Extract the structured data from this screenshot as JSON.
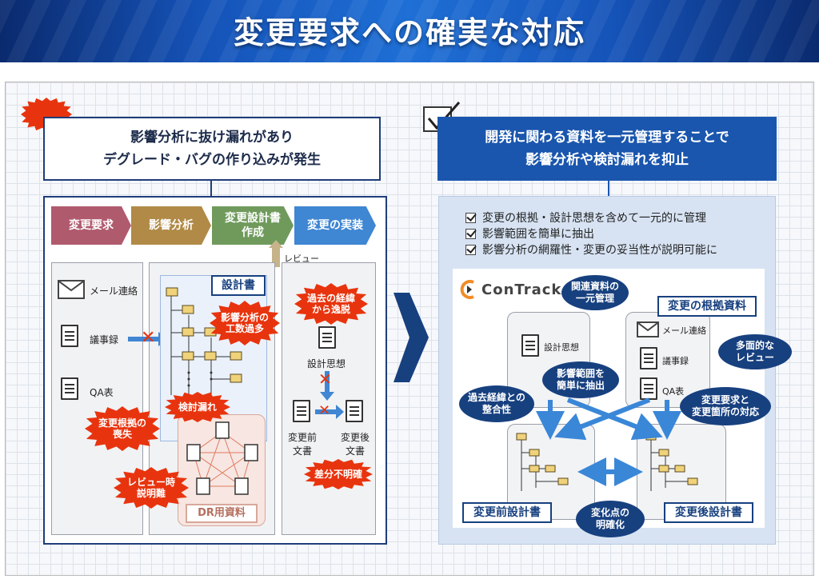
{
  "banner": {
    "title": "変更要求への確実な対応"
  },
  "left": {
    "problem_title": [
      "影響分析に抜け漏れがあり",
      "デグレード・バグの作り込みが発生"
    ],
    "phases": [
      {
        "label": "変更要求",
        "color": "#b05a6e"
      },
      {
        "label": "影響分析",
        "color": "#b08a46"
      },
      {
        "label": "変更設計書\n作成",
        "color": "#6f9a5c"
      },
      {
        "label": "変更の実装",
        "color": "#3f86d3"
      }
    ],
    "review_label": "レビュー",
    "sources": [
      "メール連絡",
      "議事録",
      "QA表"
    ],
    "design_doc_label": "設計書",
    "dr_label": "DR用資料",
    "design_thought": "設計思想",
    "before_doc": "変更前\n文書",
    "after_doc": "変更後\n文書",
    "bursts": [
      "影響分析の\n工数過多",
      "検討漏れ",
      "変更根拠の\n喪失",
      "レビュー時\n説明難",
      "過去の経緯\nから逸脱",
      "差分不明確"
    ]
  },
  "right": {
    "solution_title": [
      "開発に関わる資料を一元管理することで",
      "影響分析や検討漏れを抑止"
    ],
    "checks": [
      "変更の根拠・設計思想を含めて一元的に管理",
      "影響範囲を簡単に抽出",
      "影響分析の網羅性・変更の妥当性が説明可能に"
    ],
    "logo": "ConTrack",
    "rationale_label": "変更の根拠資料",
    "design_thought": "設計思想",
    "sources": [
      "メール連絡",
      "議事録",
      "QA表"
    ],
    "before_label": "変更前設計書",
    "after_label": "変更後設計書",
    "ovals": [
      "関連資料の\n一元管理",
      "多面的な\nレビュー",
      "影響範囲を\n簡単に抽出",
      "過去経緯との\n整合性",
      "変更要求と\n変更箇所の対応",
      "変化点の\n明確化"
    ]
  },
  "colors": {
    "navy": "#1f3d7a",
    "accent_blue": "#1e6fd6",
    "burst_red": "#e8340e",
    "oval_navy": "#17407f"
  }
}
